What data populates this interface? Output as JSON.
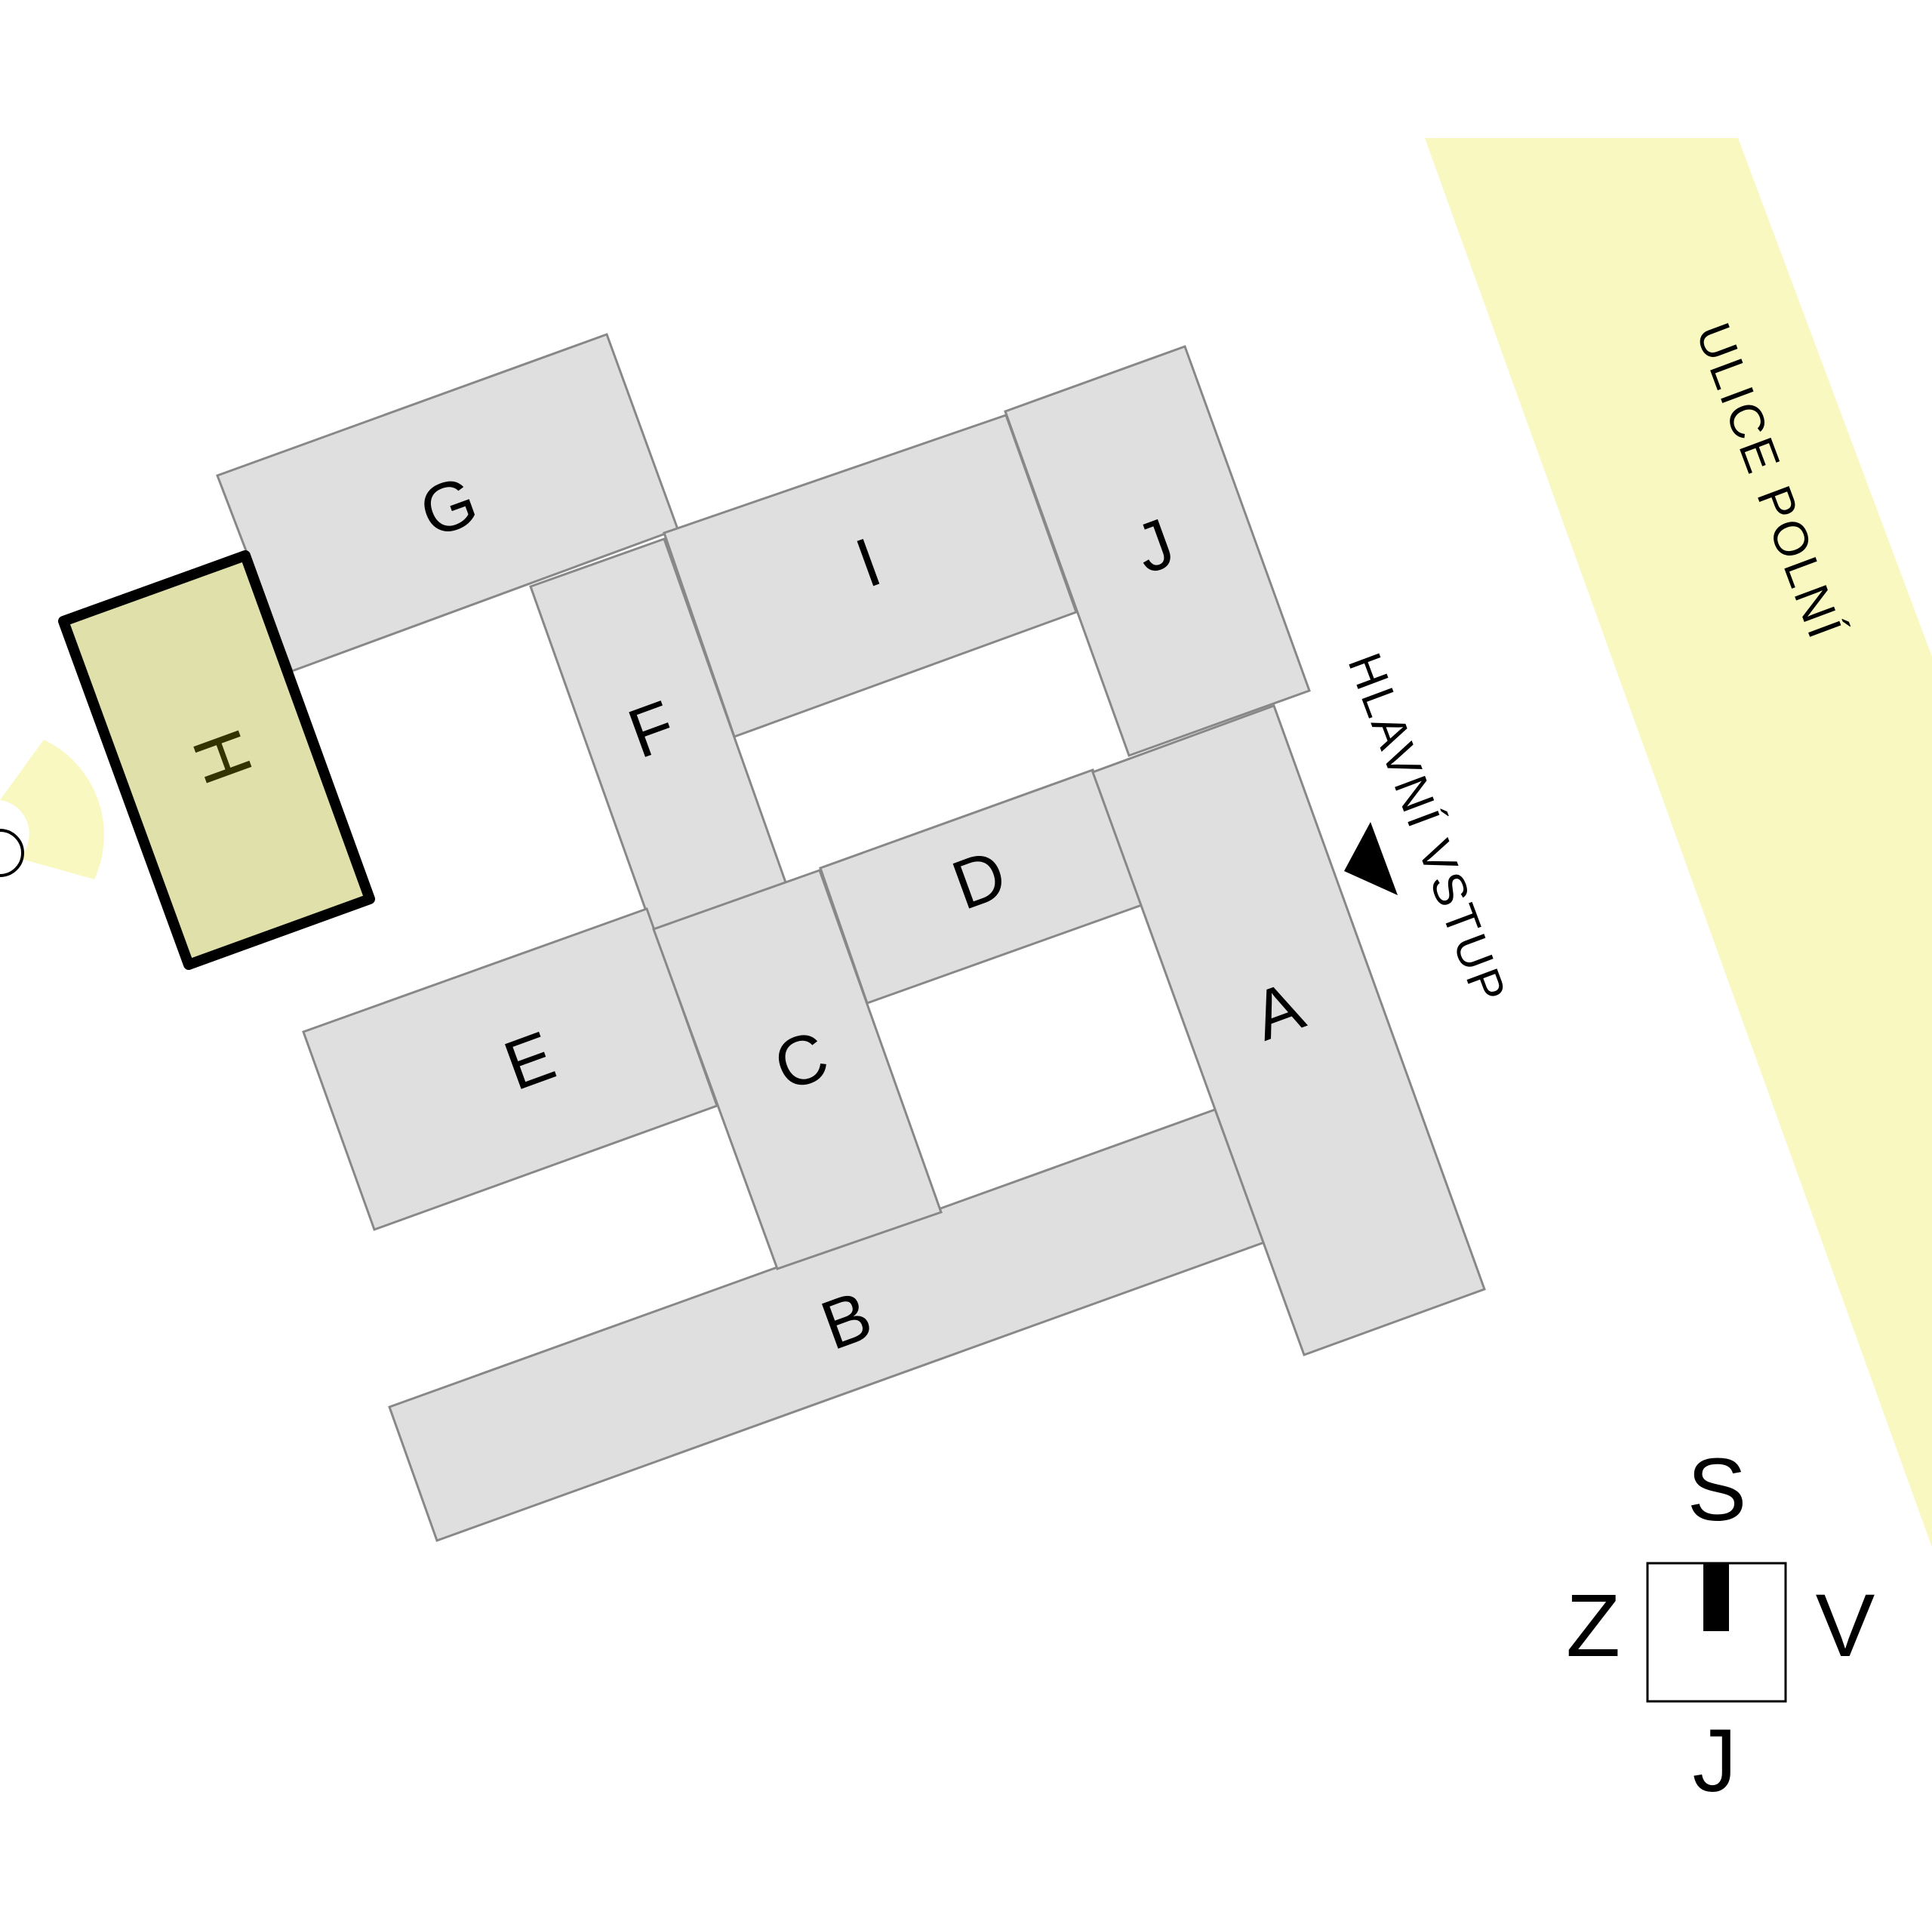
{
  "colors": {
    "building_fill": "#dfdfdf",
    "building_stroke": "#888888",
    "highlight_fill": "#e0e0aa",
    "highlight_label": "#333300",
    "street_fill": "#f8f8c0",
    "background": "#ffffff"
  },
  "buildings": [
    {
      "id": "A",
      "label": "A"
    },
    {
      "id": "B",
      "label": "B"
    },
    {
      "id": "C",
      "label": "C"
    },
    {
      "id": "D",
      "label": "D"
    },
    {
      "id": "E",
      "label": "E"
    },
    {
      "id": "F",
      "label": "F"
    },
    {
      "id": "G",
      "label": "G"
    },
    {
      "id": "I",
      "label": "I"
    },
    {
      "id": "J",
      "label": "J"
    }
  ],
  "highlighted_building": {
    "id": "H",
    "label": "H",
    "selected": true
  },
  "street": {
    "name": "ULICE POLNÍ"
  },
  "entrance": {
    "label": "HLAVNÍ VSTUP",
    "icon": "triangle-arrow-icon"
  },
  "compass": {
    "north": "S",
    "south": "J",
    "east": "V",
    "west": "Z",
    "icon": "north-arrow-icon"
  },
  "you_are_here": {
    "icon": "view-cone-icon"
  }
}
